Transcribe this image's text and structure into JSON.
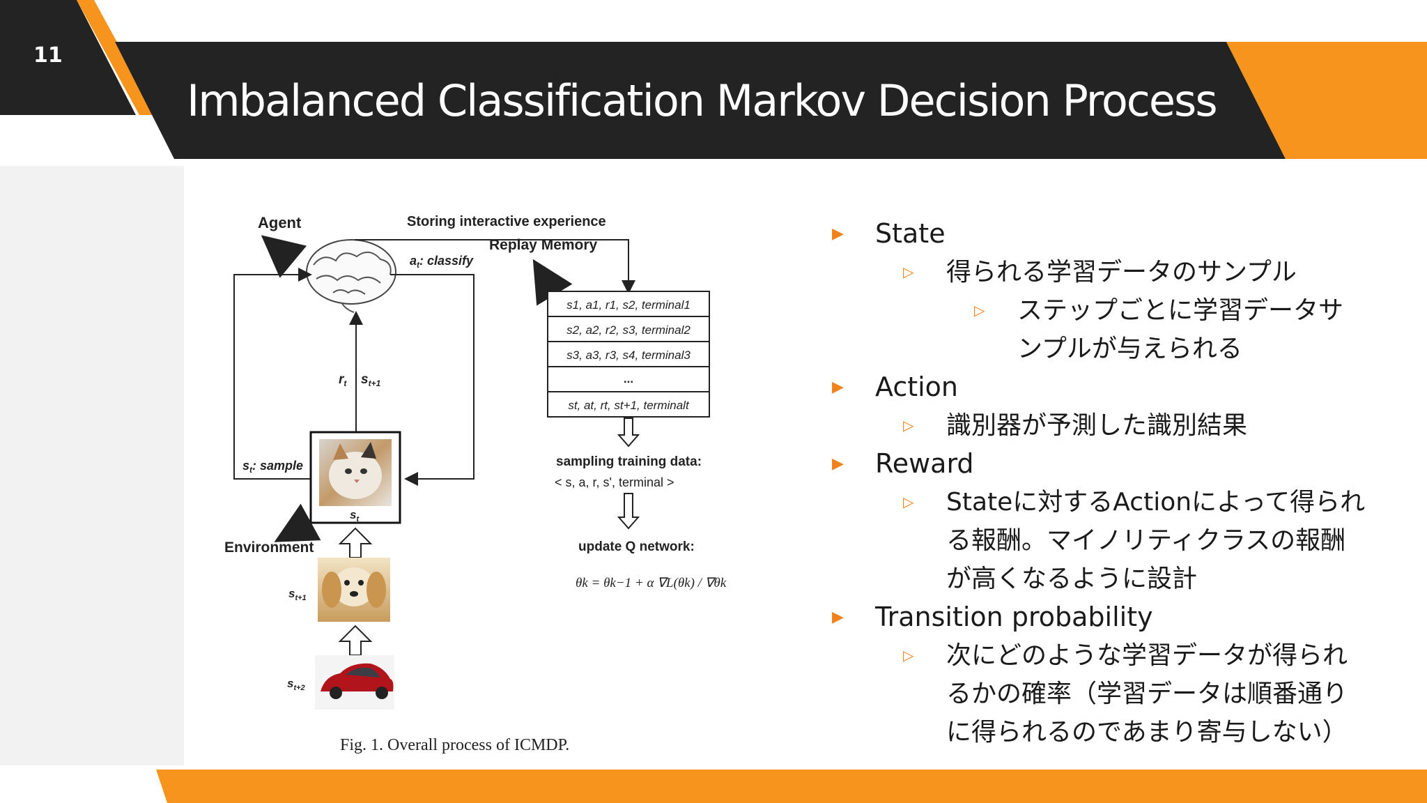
{
  "slide": {
    "number": "11",
    "title": "Imbalanced Classification Markov Decision Process"
  },
  "colors": {
    "dark": "#232323",
    "accent": "#f7941d",
    "text": "#1a1a1a",
    "light_panel": "#f2f2f2"
  },
  "figure": {
    "agent_label": "Agent",
    "storing_label": "Storing interactive experience",
    "replay_memory_label": "Replay Memory",
    "action_label": "a",
    "action_sub": "t",
    "action_suffix": ": classify",
    "reward_label": "r",
    "reward_sub": "t",
    "next_state_label": "s",
    "next_state_sub": "t+1",
    "state_sample_label": "s",
    "state_sample_sub": "t",
    "state_sample_suffix": ": sample",
    "state_label": "s",
    "state_sub": "t",
    "environment_label": "Environment",
    "s_t1_label": "s",
    "s_t1_sub": "t+1",
    "s_t2_label": "s",
    "s_t2_sub": "t+2",
    "memory_rows": [
      "s1, a1, r1, s2, terminal1",
      "s2, a2, r2, s3, terminal2",
      "s3, a3, r3, s4, terminal3",
      "...",
      "st, at, rt, st+1, terminalt"
    ],
    "sampling_label": "sampling training data:",
    "tuple_label": "< s, a, r, s', terminal >",
    "update_label": "update Q network:",
    "equation": "θk = θk−1 + α ∇L(θk) / ∇θk",
    "caption": "Fig. 1.  Overall process of ICMDP."
  },
  "bullets": [
    {
      "level": 1,
      "text": "State"
    },
    {
      "level": 2,
      "text": "得られる学習データのサンプル"
    },
    {
      "level": 3,
      "text": "ステップごとに学習データサ"
    },
    {
      "level": 3,
      "text": "ンプルが与えられる",
      "continuation": true
    },
    {
      "level": 1,
      "text": "Action"
    },
    {
      "level": 2,
      "text": "識別器が予測した識別結果"
    },
    {
      "level": 1,
      "text": "Reward"
    },
    {
      "level": 2,
      "text": "Stateに対するActionによって得られ"
    },
    {
      "level": 2,
      "text": "る報酬。マイノリティクラスの報酬",
      "continuation": true
    },
    {
      "level": 2,
      "text": "が高くなるように設計",
      "continuation": true
    },
    {
      "level": 1,
      "text": "Transition probability"
    },
    {
      "level": 2,
      "text": "次にどのような学習データが得られ"
    },
    {
      "level": 2,
      "text": "るかの確率（学習データは順番通り",
      "continuation": true
    },
    {
      "level": 2,
      "text": "に得られるのであまり寄与しない）",
      "continuation": true
    }
  ]
}
